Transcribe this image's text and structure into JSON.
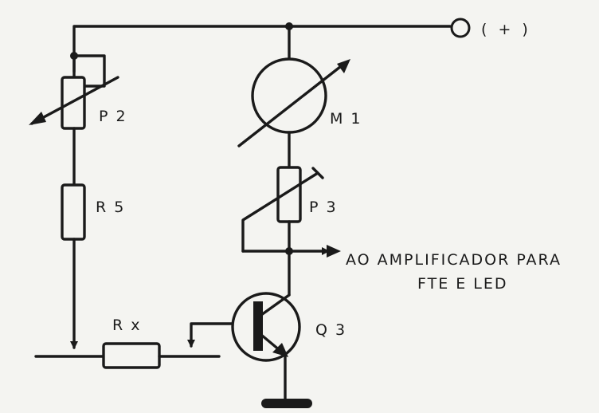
{
  "diagram": {
    "labels": {
      "supply": "( + )",
      "p2": "P 2",
      "r5": "R 5",
      "m1": "M 1",
      "p3": "P 3",
      "rx": "R x",
      "q3": "Q 3",
      "output_line1": "AO AMPLIFICADOR PARA",
      "output_line2": "FTE E LED"
    },
    "colors": {
      "ink": "#1a1a1a",
      "paper": "#f4f4f1"
    }
  }
}
